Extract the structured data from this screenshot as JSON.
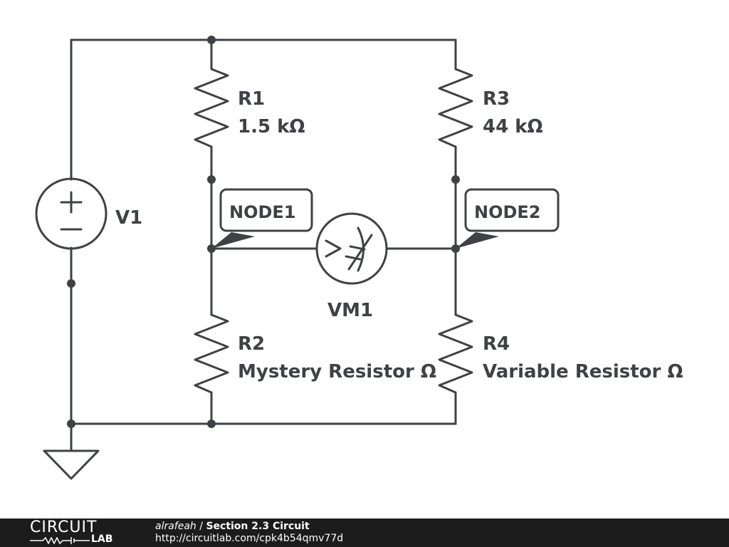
{
  "components": {
    "r1": {
      "name": "R1",
      "value": "1.5 kΩ"
    },
    "r2": {
      "name": "R2",
      "value": "Mystery Resistor Ω"
    },
    "r3": {
      "name": "R3",
      "value": "44 kΩ"
    },
    "r4": {
      "name": "R4",
      "value": "Variable Resistor Ω"
    },
    "v1": {
      "name": "V1"
    },
    "vm1": {
      "name": "VM1"
    }
  },
  "nodes": {
    "node1": "NODE1",
    "node2": "NODE2"
  },
  "footer": {
    "logo_top": "CIRCUIT",
    "logo_bottom": "LAB",
    "author": "alrafeah",
    "separator": "/",
    "title": "Section 2.3 Circuit",
    "url": "http://circuitlab.com/cpk4b54qmv77d"
  },
  "colors": {
    "ink": "#3f4144",
    "footer_bg": "#1c1c1c",
    "background": "#ffffff"
  }
}
